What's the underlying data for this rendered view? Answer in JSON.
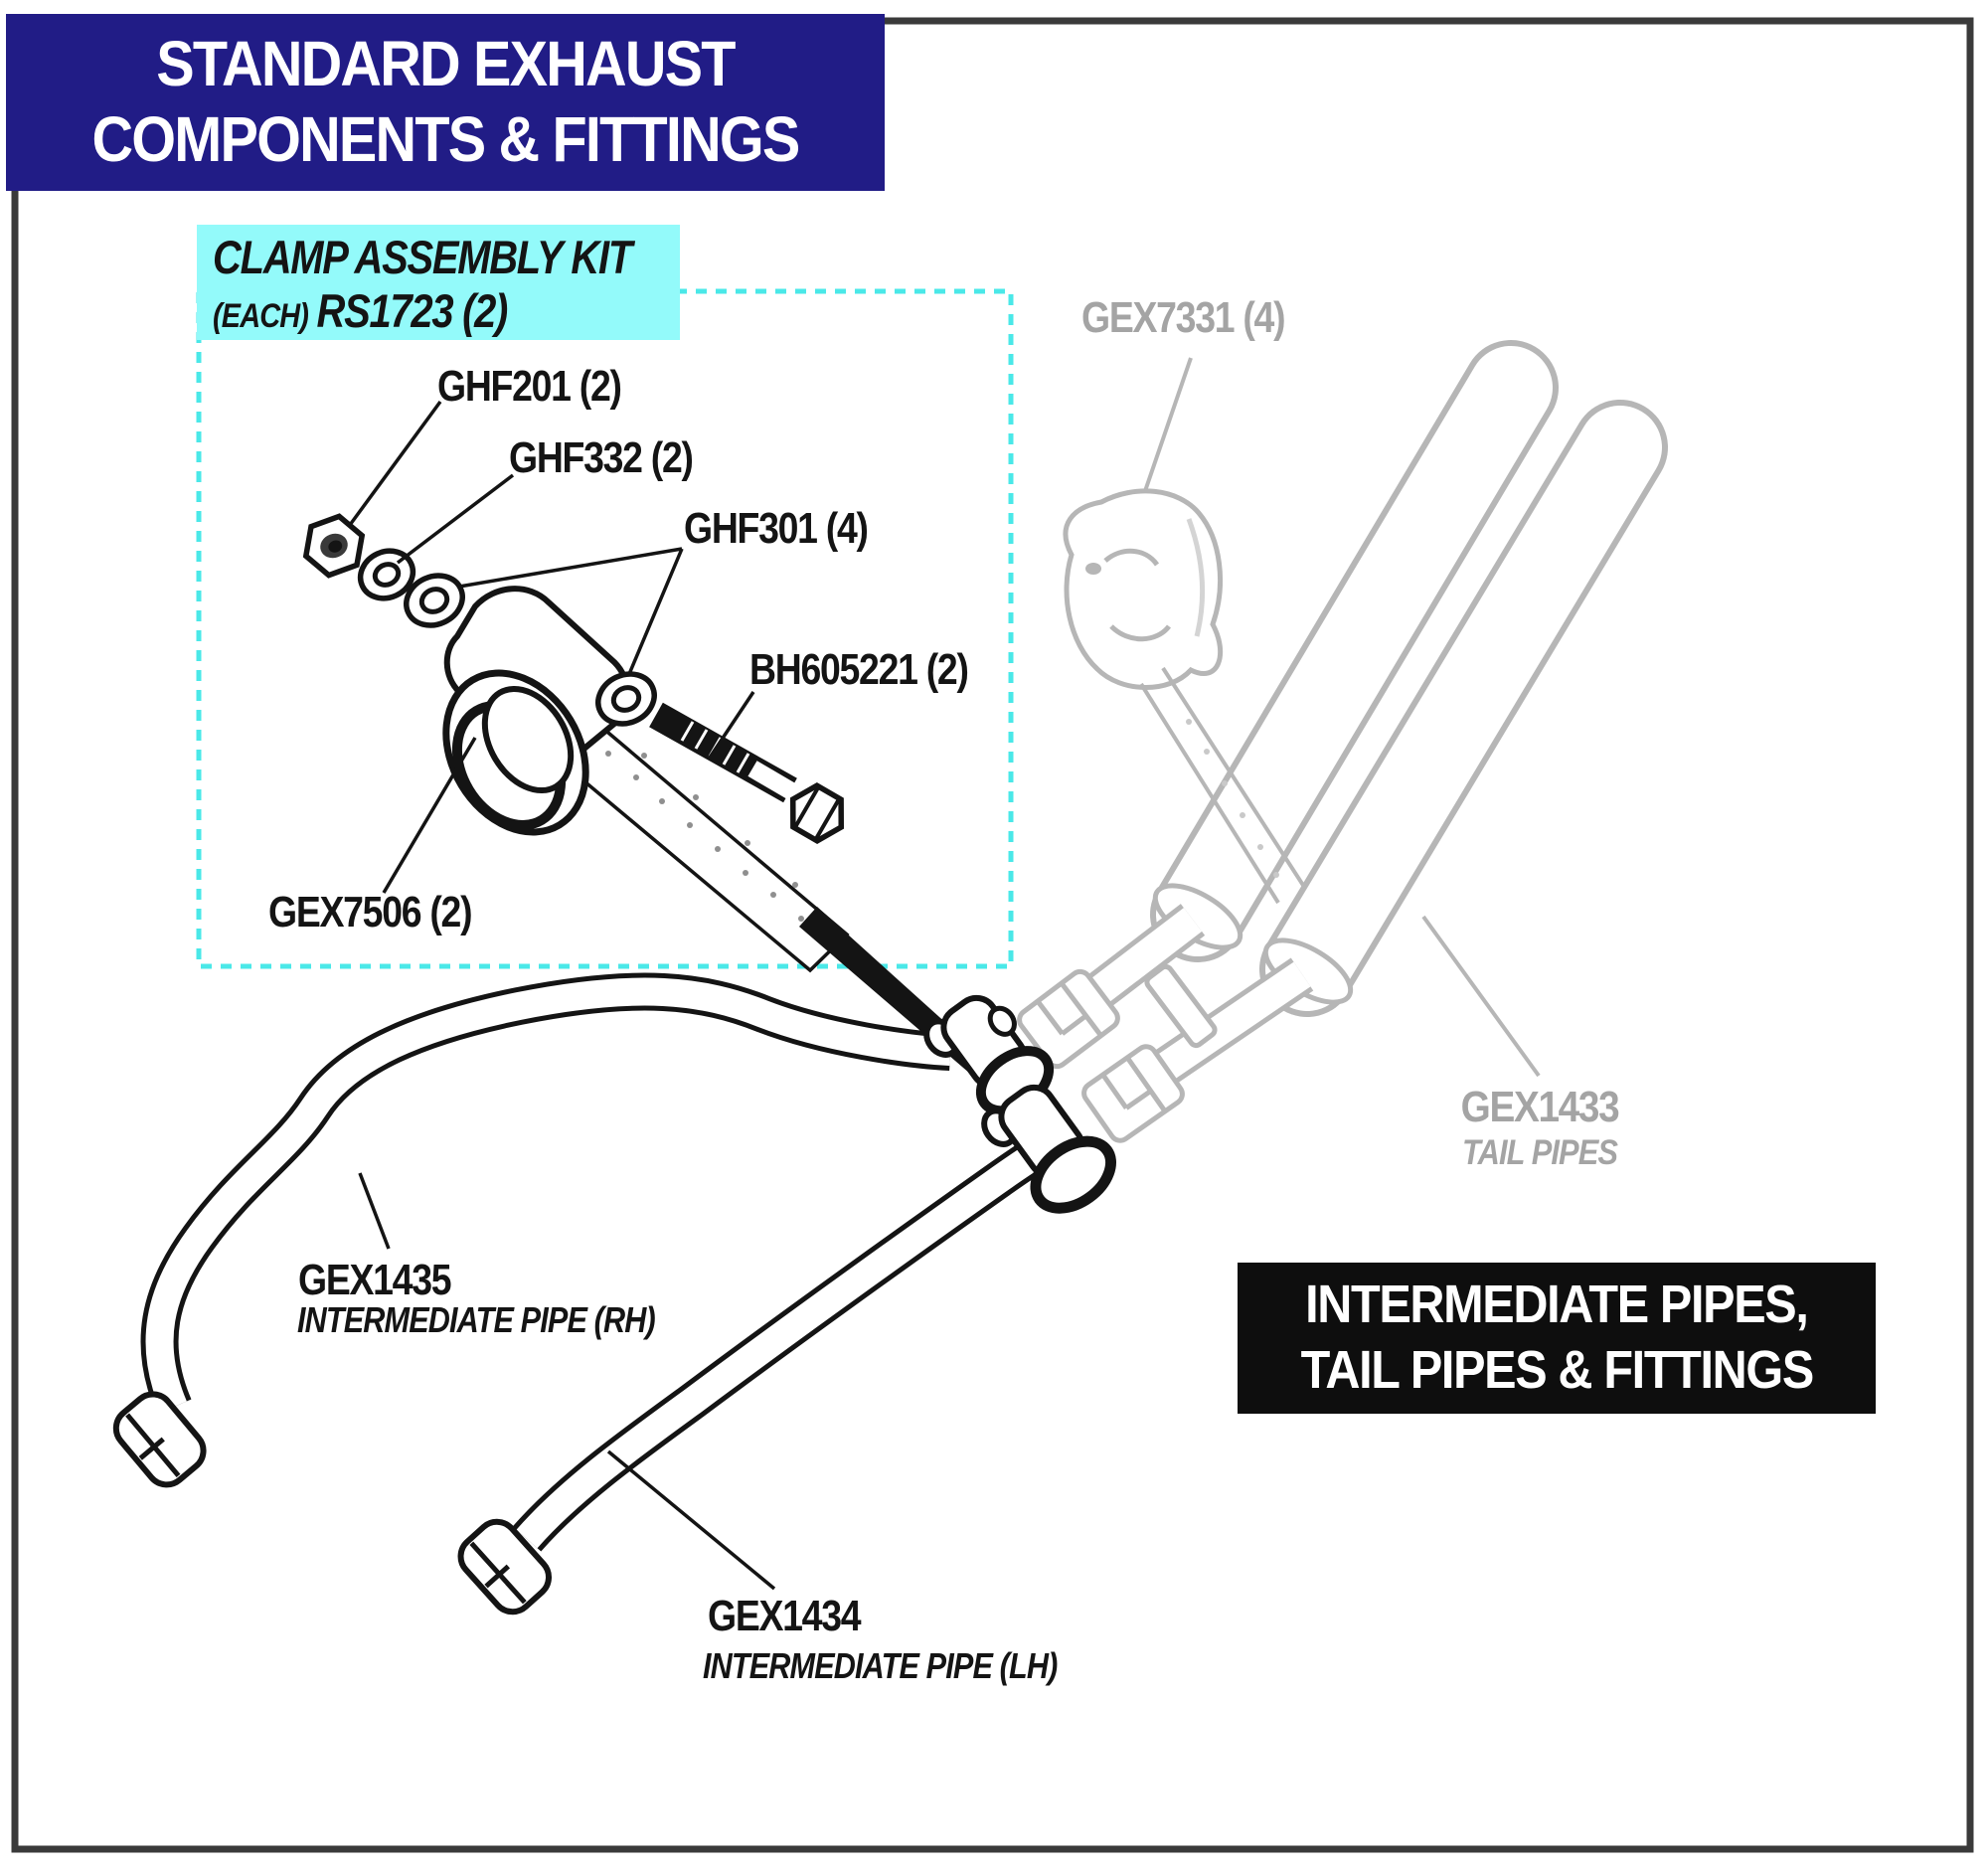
{
  "header": {
    "line1": "STANDARD EXHAUST",
    "line2": "COMPONENTS & FITTINGS"
  },
  "kit_box": {
    "title": "CLAMP ASSEMBLY KIT",
    "each": "(EACH)",
    "part": "RS1723 (2)"
  },
  "section_box": {
    "line1": "INTERMEDIATE PIPES,",
    "line2": "TAIL PIPES & FITTINGS"
  },
  "labels": {
    "ghf201": "GHF201 (2)",
    "ghf332": "GHF332 (2)",
    "ghf301": "GHF301 (4)",
    "bh605221": "BH605221 (2)",
    "gex7506": "GEX7506 (2)",
    "gex7331": "GEX7331 (4)",
    "gex1433": "GEX1433",
    "gex1433_sub": "TAIL PIPES",
    "gex1435": "GEX1435",
    "gex1435_sub": "INTERMEDIATE PIPE (RH)",
    "gex1434": "GEX1434",
    "gex1434_sub": "INTERMEDIATE PIPE (LH)"
  },
  "colors": {
    "header_bg": "#211c86",
    "header_text": "#ffffff",
    "kit_bg": "#93fafa",
    "dash": "#4ae8e8",
    "section_bg": "#0e0e0e",
    "section_text": "#ffffff",
    "gray_art": "#b6b6b6",
    "gray_text": "#a4a4a4",
    "ink": "#141414"
  }
}
